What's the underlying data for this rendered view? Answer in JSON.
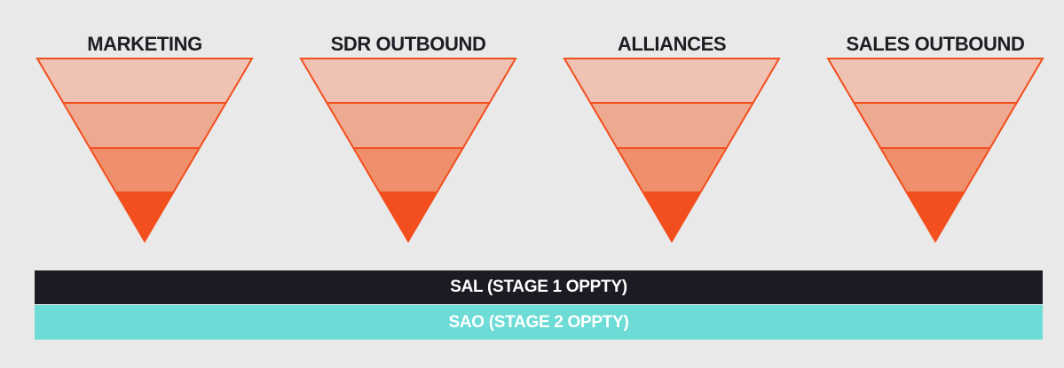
{
  "funnels": [
    {
      "title": "MARKETING"
    },
    {
      "title": "SDR OUTBOUND"
    },
    {
      "title": "ALLIANCES"
    },
    {
      "title": "SALES OUTBOUND"
    }
  ],
  "colors": {
    "background": "#e9e9e9",
    "title_text": "#1d1d24",
    "funnel_outline": "#f24e1e",
    "funnel_band_1": "#efc2b3",
    "funnel_band_2": "#eeaa90",
    "funnel_band_3": "#ef8f6c",
    "funnel_tip": "#f24e1e",
    "sal_bar": "#1c1b24",
    "sao_bar": "#6ddcd6"
  },
  "stages": {
    "sal_label": "SAL (STAGE 1 OPPTY)",
    "sao_label": "SAO (STAGE 2 OPPTY)"
  }
}
